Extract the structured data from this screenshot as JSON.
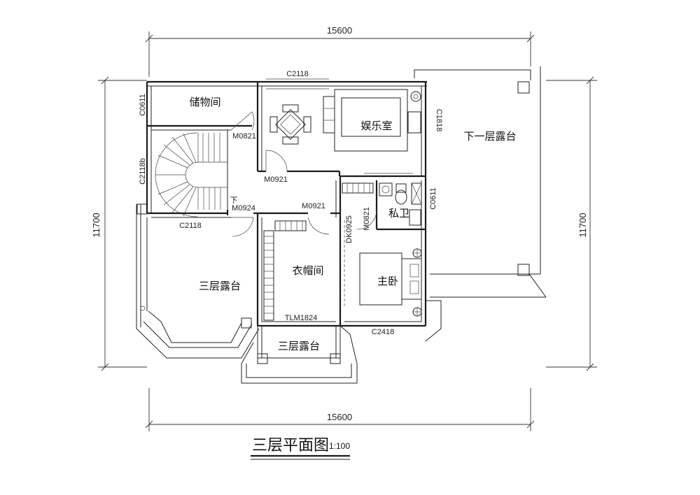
{
  "dimensions": {
    "top": "15600",
    "bottom": "15600",
    "left": "11700",
    "right": "11700"
  },
  "rooms": {
    "storage": "储物间",
    "entertainment": "娱乐室",
    "lower_terrace": "下一层露台",
    "private_bath": "私卫",
    "wardrobe": "衣帽间",
    "master_bedroom": "主卧",
    "third_terrace_main": "三层露台",
    "third_terrace_small": "三层露台"
  },
  "codes": {
    "c2118_top": "C2118",
    "c0611_left": "C0611",
    "m0821_storage": "M0821",
    "c2118b": "C2118b",
    "m0921_ent": "M0921",
    "m0924": "M0924",
    "m0921_ward": "M0921",
    "c2118_left": "C2118",
    "c1818": "C1818",
    "c0611_right": "C0611",
    "m0821_bath": "M0821",
    "dk0925": "DK0925",
    "tlm1824": "TLM1824",
    "c2418": "C2418",
    "up_mark": "下"
  },
  "title": {
    "text": "三层平面图",
    "scale": "1:100"
  }
}
